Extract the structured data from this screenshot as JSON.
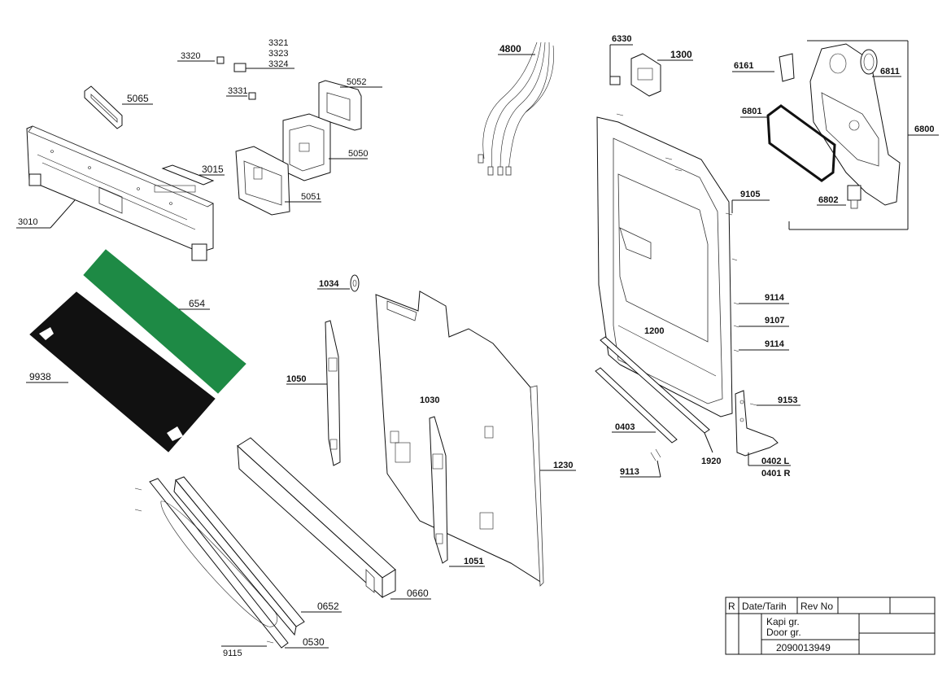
{
  "callouts": {
    "c3320": "3320",
    "c3321": "3321",
    "c3323": "3323",
    "c3324": "3324",
    "c3331": "3331",
    "c5065": "5065",
    "c5052": "5052",
    "c5050": "5050",
    "c5051": "5051",
    "c3015": "3015",
    "c3010": "3010",
    "c654": "654",
    "c9938": "9938",
    "c4800": "4800",
    "c6330": "6330",
    "c1300": "1300",
    "c6161": "6161",
    "c6811": "6811",
    "c6801": "6801",
    "c6800": "6800",
    "c6802": "6802",
    "c9105": "9105",
    "c1034": "1034",
    "c1050": "1050",
    "c1030": "1030",
    "c1200": "1200",
    "c9114a": "9114",
    "c9107": "9107",
    "c9114b": "9114",
    "c9153": "9153",
    "c0403": "0403",
    "c1920": "1920",
    "c0402": "0402 L",
    "c0401": "0401 R",
    "c9113": "9113",
    "c1230": "1230",
    "c1051": "1051",
    "c0660": "0660",
    "c0652": "0652",
    "c0530": "0530",
    "c9115": "9115"
  },
  "title_block": {
    "r_label": "R",
    "date_label": "Date/Tarih",
    "rev_label": "Rev No",
    "title_tr": "Kapi gr.",
    "title_en": "Door gr.",
    "doc_number": "2090013949"
  },
  "colors": {
    "panel_654": "#1e8a45",
    "panel_9938": "#111111"
  }
}
